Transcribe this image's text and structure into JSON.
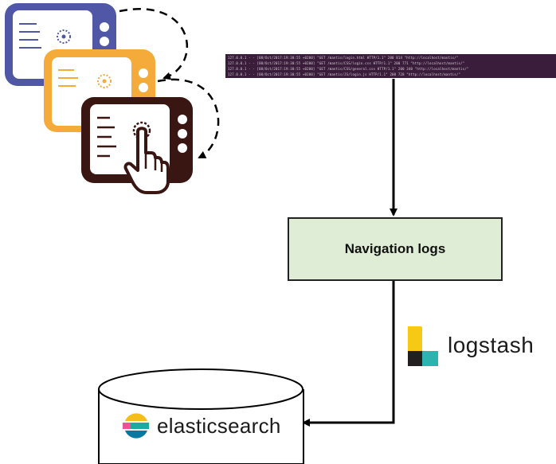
{
  "log_lines": [
    "127.0.0.1 - - [08/Oct/2017:19:30:55 +0200] \"GET /mantis/login.html HTTP/1.1\" 200 814 \"http://localhost/mantis/\"",
    "127.0.0.1 - - [08/Oct/2017:19:30:55 +0200] \"GET /mantis/CSS/login.css HTTP/1.1\" 200 771 \"http://localhost/mantis/\"",
    "127.0.0.1 - - [08/Oct/2017:19:30:55 +0200] \"GET /mantis/CSS/general.css HTTP/1.1\" 200 340 \"http://localhost/mantis/\"",
    "127.0.0.1 - - [08/Oct/2017:19:30:55 +0200] \"GET /mantis/JS/login.js HTTP/1.1\" 200 728 \"http://localhost/mantis/\""
  ],
  "nav_box": {
    "label": "Navigation logs"
  },
  "logstash": {
    "label": "logstash"
  },
  "elasticsearch": {
    "label": "elasticsearch"
  },
  "colors": {
    "screen_blue": "#5057a6",
    "screen_orange": "#f4ab3a",
    "screen_dark": "#3a1613",
    "box_fill": "#dfedd7",
    "logstash_yellow": "#f6c915",
    "logstash_teal": "#2bb3b0",
    "elastic_yellow": "#f4bd19",
    "elastic_pink": "#ef5098",
    "elastic_teal": "#1ba9a0",
    "elastic_blue": "#0779a1"
  }
}
